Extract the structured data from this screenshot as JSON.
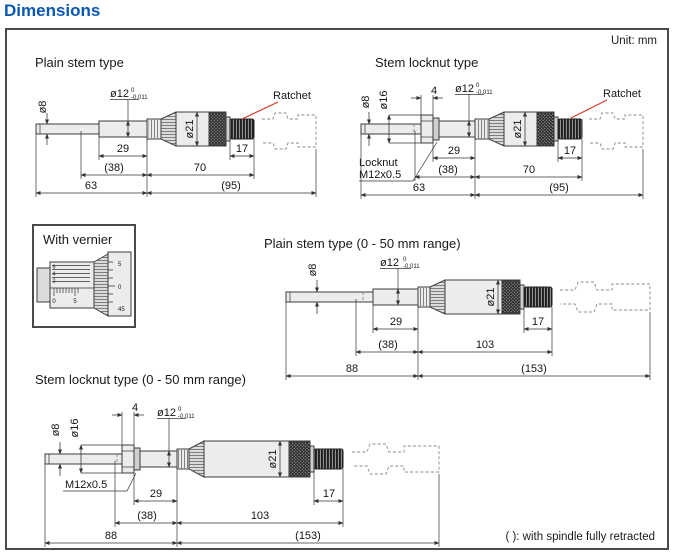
{
  "page": {
    "title": "Dimensions",
    "unit": "Unit: mm",
    "footnote": "( ): with spindle fully retracted"
  },
  "colors": {
    "title_blue": "#0a57b4",
    "leader_red": "#d23c28",
    "line": "#333333",
    "body_fill": "#ececec"
  },
  "drawings": {
    "plain": {
      "label": "Plain stem type",
      "ratchet": "Ratchet",
      "dims": {
        "d8": "ø8",
        "d12": "ø12",
        "tol_hi": "0",
        "tol_lo": "-0.011",
        "d21": "ø21",
        "l29": "29",
        "l38": "(38)",
        "l63": "63",
        "l70": "70",
        "l95": "(95)",
        "l17": "17"
      }
    },
    "locknut": {
      "label": "Stem locknut type",
      "ratchet": "Ratchet",
      "locknut1": "Locknut",
      "locknut2": "M12x0.5",
      "dims": {
        "d8": "ø8",
        "d16": "ø16",
        "l4": "4",
        "d12": "ø12",
        "tol_hi": "0",
        "tol_lo": "-0.011",
        "d21": "ø21",
        "l29": "29",
        "l38": "(38)",
        "l63": "63",
        "l70": "70",
        "l95": "(95)",
        "l17": "17"
      }
    },
    "vernier": {
      "label": "With vernier",
      "vernier_digits": [
        "6",
        "4",
        "2"
      ],
      "sleeve_digits": [
        "0",
        "5"
      ],
      "thimble_digits": [
        "5",
        "0",
        "45"
      ]
    },
    "plain50": {
      "label": "Plain stem type (0 - 50 mm range)",
      "dims": {
        "d8": "ø8",
        "d12": "ø12",
        "tol_hi": "0",
        "tol_lo": "-0.011",
        "d21": "ø21",
        "l29": "29",
        "l38": "(38)",
        "l103": "103",
        "l88": "88",
        "l153": "(153)",
        "l17": "17"
      }
    },
    "locknut50": {
      "label": "Stem locknut type (0 - 50 mm range)",
      "locknut": "M12x0.5",
      "dims": {
        "d8": "ø8",
        "d16": "ø16",
        "l4": "4",
        "d12": "ø12",
        "tol_hi": "0",
        "tol_lo": "-0.011",
        "d21": "ø21",
        "l29": "29",
        "l38": "(38)",
        "l103": "103",
        "l88": "88",
        "l153": "(153)",
        "l17": "17"
      }
    }
  }
}
